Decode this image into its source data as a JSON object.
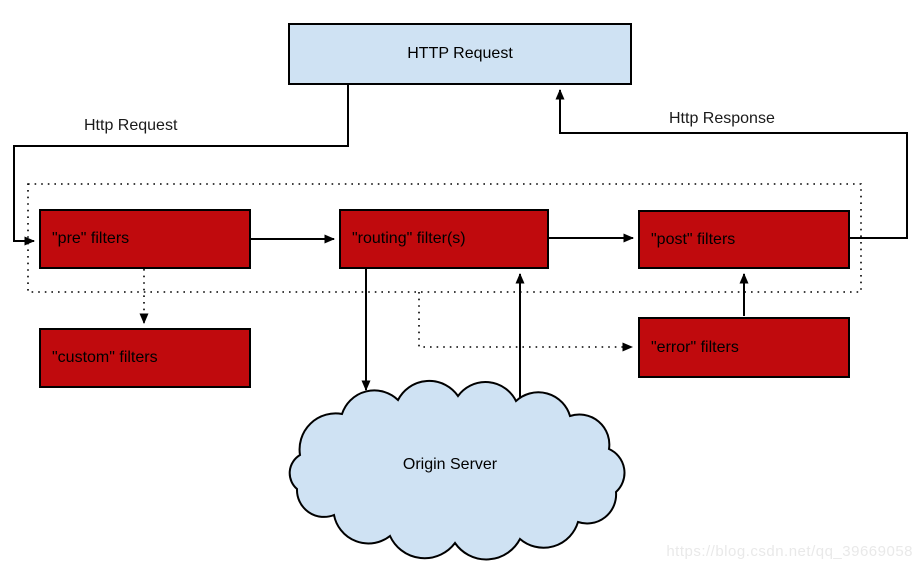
{
  "colors": {
    "box_blue": "#cfe2f3",
    "box_red": "#c00a0d",
    "line": "#000000",
    "watermark": "#e9e9e9"
  },
  "nodes": {
    "http_request": {
      "label": "HTTP Request"
    },
    "pre_filters": {
      "label": "\"pre\" filters"
    },
    "routing_filters": {
      "label": "\"routing\" filter(s)"
    },
    "post_filters": {
      "label": "\"post\" filters"
    },
    "custom_filters": {
      "label": "\"custom\" filters"
    },
    "error_filters": {
      "label": "\"error\" filters"
    },
    "origin_server": {
      "label": "Origin Server"
    }
  },
  "edge_labels": {
    "http_request": "Http Request",
    "http_response": "Http Response"
  },
  "watermark": "https://blog.csdn.net/qq_39669058"
}
